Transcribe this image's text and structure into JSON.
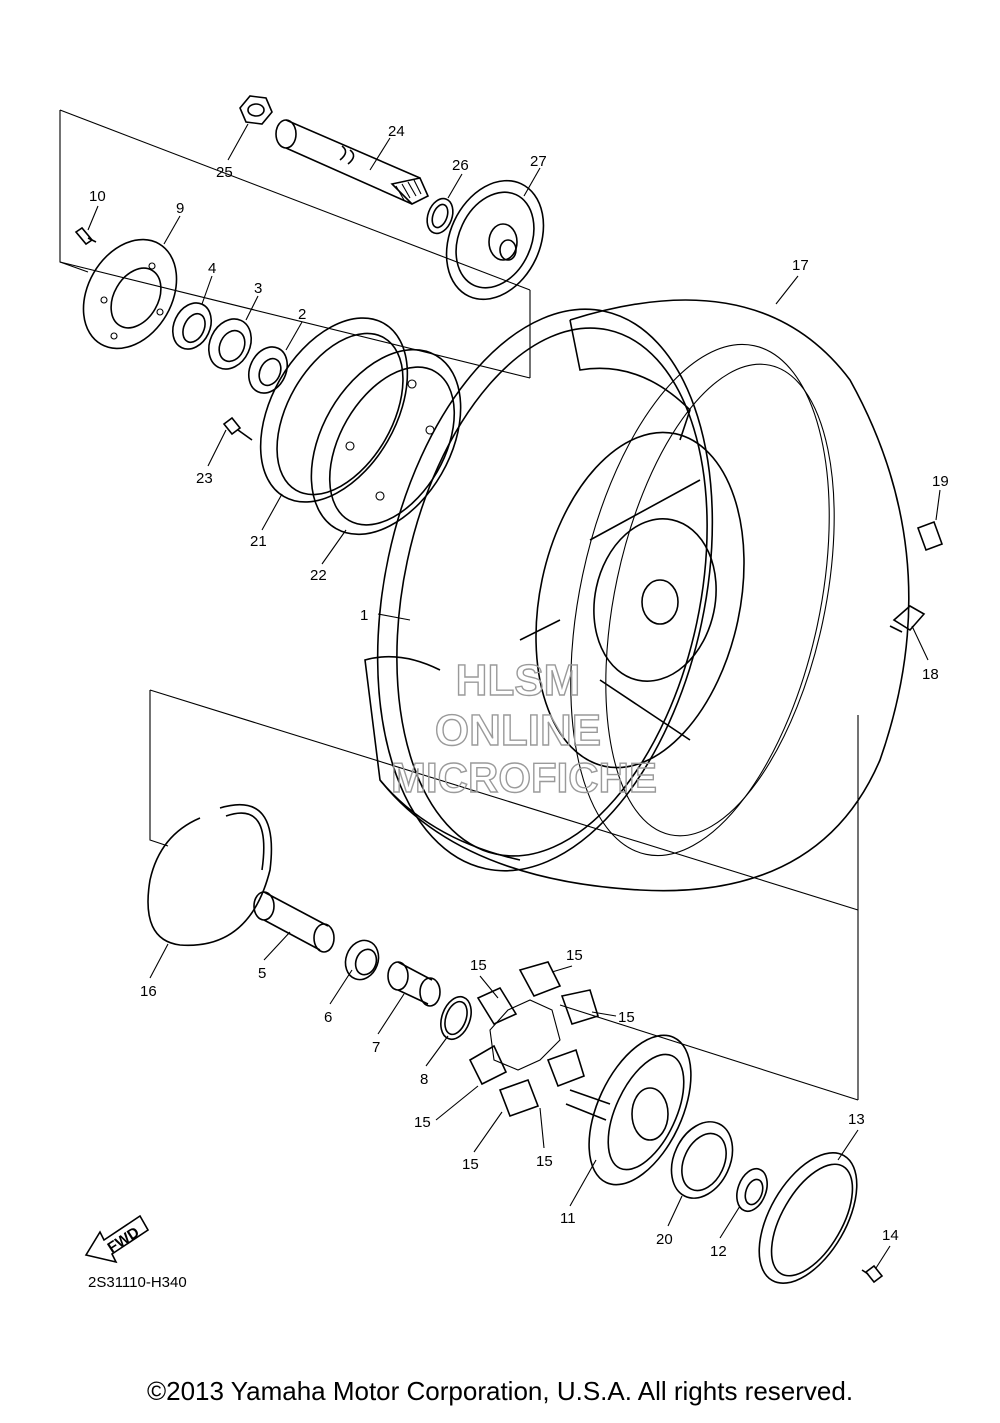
{
  "diagram": {
    "part_code": "2S31110-H340",
    "fwd_arrow_label": "FWD",
    "copyright": "©2013 Yamaha Motor Corporation, U.S.A. All rights reserved.",
    "watermark": [
      "HLSM",
      "ONLINE",
      "MICROFICHE"
    ],
    "callouts": {
      "c1": "1",
      "c2": "2",
      "c3": "3",
      "c4": "4",
      "c5": "5",
      "c6": "6",
      "c7": "7",
      "c8": "8",
      "c9": "9",
      "c10": "10",
      "c11": "11",
      "c12": "12",
      "c13": "13",
      "c14": "14",
      "c15a": "15",
      "c15b": "15",
      "c15c": "15",
      "c15d": "15",
      "c15e": "15",
      "c15f": "15",
      "c16": "16",
      "c17": "17",
      "c18": "18",
      "c19": "19",
      "c20": "20",
      "c21": "21",
      "c22": "22",
      "c23": "23",
      "c24": "24",
      "c25": "25",
      "c26": "26",
      "c27": "27"
    }
  }
}
